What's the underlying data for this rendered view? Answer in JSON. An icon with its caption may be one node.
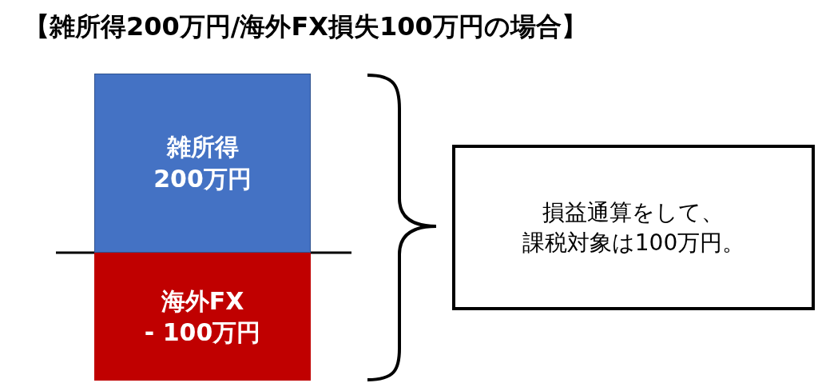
{
  "diagram": {
    "title": "【雑所得200万円/海外FX損失100万円の場合】",
    "nodes": [
      {
        "text": [
          "雑所得",
          "200万円"
        ]
      },
      {
        "text": [
          "海外FX",
          "- 100万円"
        ]
      },
      {
        "text": [
          "損益通算をして、課税対象は100万円。"
        ]
      }
    ]
  }
}
